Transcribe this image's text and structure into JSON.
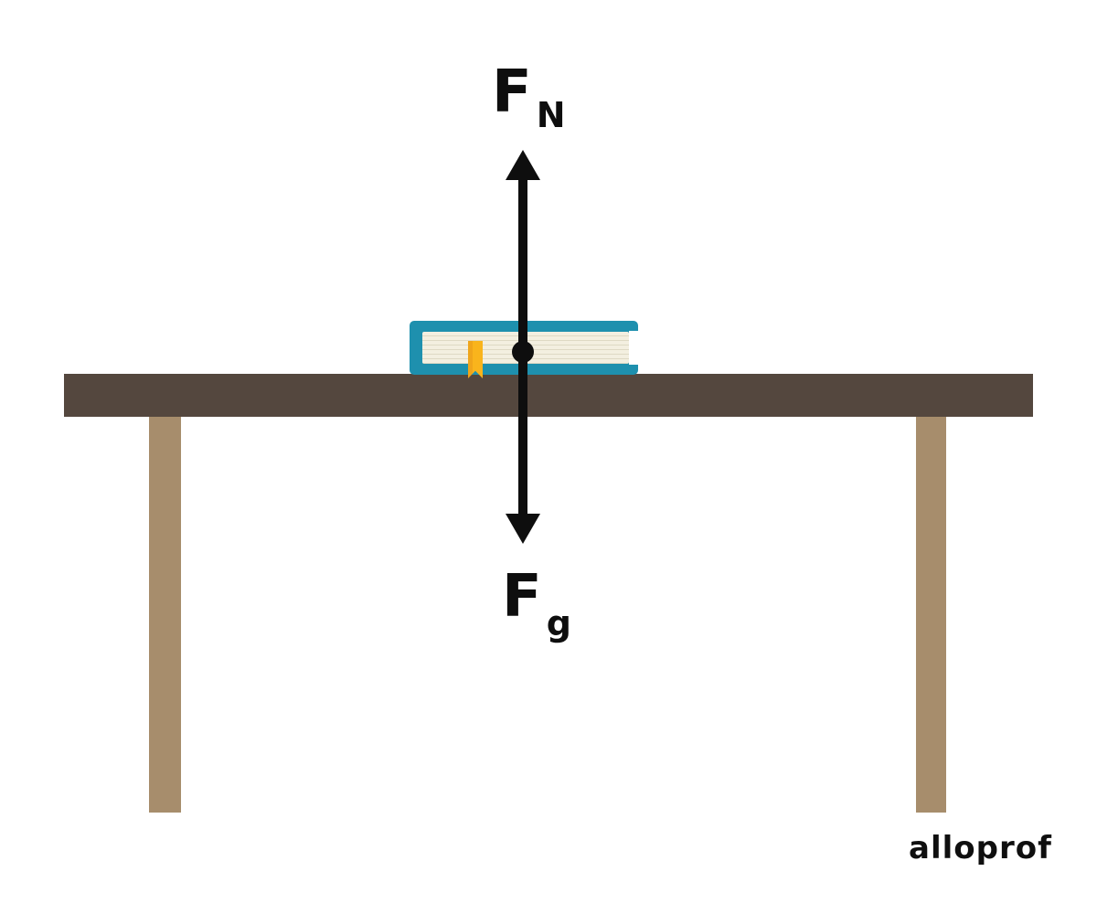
{
  "figure": {
    "type": "free-body-diagram",
    "scene": {
      "object": "book",
      "surface": "table"
    },
    "forces": [
      {
        "name": "normal-force",
        "symbol": "F",
        "subscript": "N",
        "direction": "up"
      },
      {
        "name": "gravitational-force",
        "symbol": "F",
        "subscript": "g",
        "direction": "down"
      }
    ],
    "logo_text": "alloprof",
    "colors": {
      "background": "#FFFFFF",
      "force_black": "#0E0E0E",
      "table_top": "#54473E",
      "table_leg": "#A78D6C",
      "book_cover": "#1E90AE",
      "book_pages": "#F3EFE0",
      "book_page_lines": "#DED9C4",
      "bookmark": "#F9B41C",
      "bookmark_shade": "#EFA51B"
    }
  }
}
